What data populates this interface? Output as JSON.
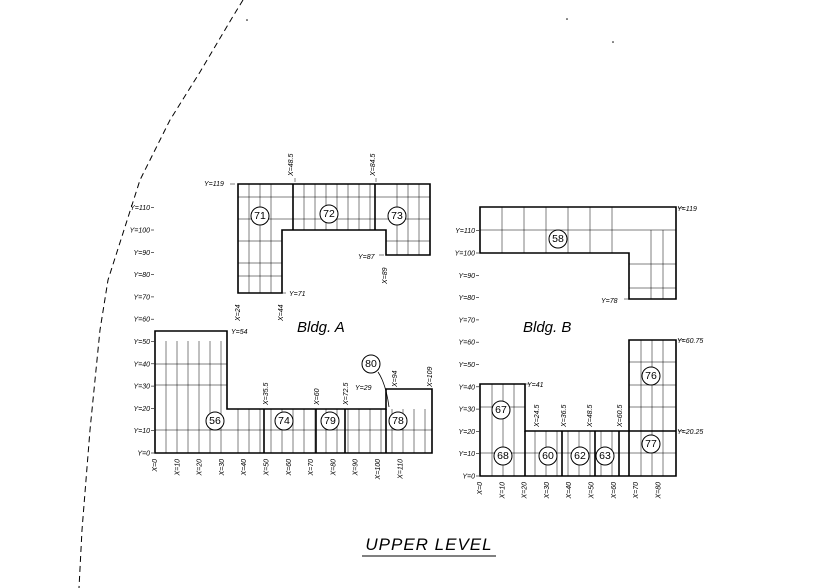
{
  "title": "UPPER LEVEL",
  "buildings": [
    {
      "key": "A",
      "label": "Bldg. A",
      "xticks": [
        "X=0",
        "X=10",
        "X=20",
        "X=30",
        "X=40",
        "X=50",
        "X=60",
        "X=70",
        "X=80",
        "X=90",
        "X=100",
        "X=110"
      ],
      "yticks": [
        "Y=0",
        "Y=10",
        "Y=20",
        "Y=30",
        "Y=40",
        "Y=50",
        "Y=60",
        "Y=70",
        "Y=80",
        "Y=90",
        "Y=100",
        "Y=110"
      ],
      "callouts": [
        "Y=119",
        "X=48.5",
        "X=84.5",
        "Y=87",
        "X=89",
        "X=24",
        "X=44",
        "Y=71",
        "Y=54",
        "X=35.5",
        "X=60",
        "X=72.5",
        "Y=29",
        "X=94",
        "X=109"
      ],
      "units": [
        "71",
        "72",
        "73",
        "56",
        "74",
        "79",
        "78",
        "80"
      ]
    },
    {
      "key": "B",
      "label": "Bldg. B",
      "xticks": [
        "X=0",
        "X=10",
        "X=20",
        "X=30",
        "X=40",
        "X=50",
        "X=60",
        "X=70",
        "X=80"
      ],
      "yticks": [
        "Y=0",
        "Y=10",
        "Y=20",
        "Y=30",
        "Y=40",
        "Y=50",
        "Y=60",
        "Y=70",
        "Y=80",
        "Y=90",
        "Y=100",
        "Y=110"
      ],
      "callouts": [
        "Y=119",
        "Y=78",
        "Y=60.75",
        "Y=41",
        "X=24.5",
        "X=36.5",
        "X=48.5",
        "X=60.5",
        "Y=20.25"
      ],
      "units": [
        "58",
        "67",
        "76",
        "68",
        "60",
        "62",
        "63",
        "77"
      ]
    }
  ]
}
